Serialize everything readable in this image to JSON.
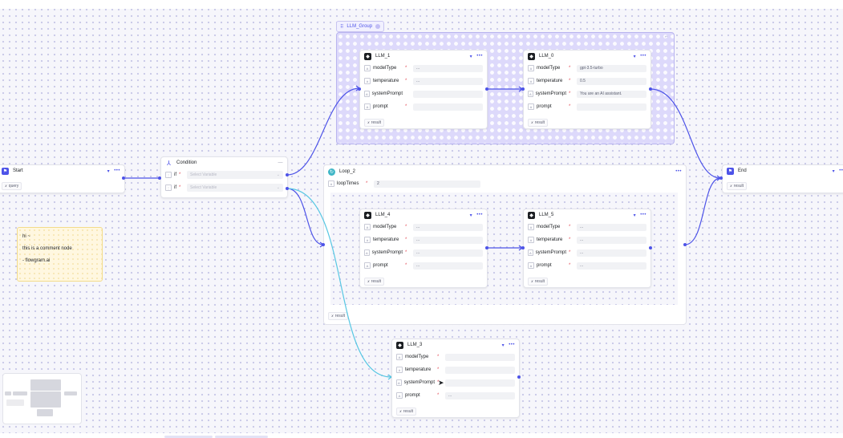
{
  "group": {
    "label": "LLM_Group"
  },
  "nodes": {
    "start": {
      "title": "Start",
      "output": "query"
    },
    "condition": {
      "title": "Condition",
      "rows": [
        {
          "key": "if",
          "placeholder": "Select Variable"
        },
        {
          "key": "if",
          "placeholder": "Select Variable"
        }
      ]
    },
    "end": {
      "title": "End",
      "output": "result"
    },
    "llm1": {
      "title": "LLM_1",
      "fields": [
        {
          "key": "modelType",
          "value": "..."
        },
        {
          "key": "temperature",
          "value": "..."
        },
        {
          "key": "systemPrompt",
          "value": ""
        },
        {
          "key": "prompt",
          "value": ""
        }
      ],
      "output": "result"
    },
    "llm0": {
      "title": "LLM_0",
      "fields": [
        {
          "key": "modelType",
          "value": "gpt-3.5-turbo"
        },
        {
          "key": "temperature",
          "value": "0.5"
        },
        {
          "key": "systemPrompt",
          "value": "You are an AI assistant."
        },
        {
          "key": "prompt",
          "value": ""
        }
      ],
      "output": "result"
    },
    "loop": {
      "title": "Loop_2",
      "field_key": "loopTimes",
      "field_value": "2",
      "output": "result"
    },
    "llm4": {
      "title": "LLM_4",
      "fields": [
        {
          "key": "modelType",
          "value": "..."
        },
        {
          "key": "temperature",
          "value": "..."
        },
        {
          "key": "systemPrompt",
          "value": "..."
        },
        {
          "key": "prompt",
          "value": "..."
        }
      ],
      "output": "result"
    },
    "llm5": {
      "title": "LLM_5",
      "fields": [
        {
          "key": "modelType",
          "value": "..."
        },
        {
          "key": "temperature",
          "value": "..."
        },
        {
          "key": "systemPrompt",
          "value": "..."
        },
        {
          "key": "prompt",
          "value": "..."
        }
      ],
      "output": "result"
    },
    "llm3": {
      "title": "LLM_3",
      "fields": [
        {
          "key": "modelType",
          "value": ""
        },
        {
          "key": "temperature",
          "value": ""
        },
        {
          "key": "systemPrompt",
          "value": ""
        },
        {
          "key": "prompt",
          "value": "..."
        }
      ],
      "output": "result"
    }
  },
  "comment": {
    "lines": [
      "hi ~",
      "this is a comment node",
      "- flowgram.ai"
    ]
  },
  "colors": {
    "accent": "#4d53e8",
    "edge_hover": "#57c7e3",
    "group_fill": "#ddd9fb",
    "comment_fill": "#fff7e0",
    "required": "#e34d59"
  },
  "icons": {
    "llm": "llm-node-icon",
    "start": "start-flag-icon",
    "end": "end-flag-icon",
    "condition": "condition-branch-icon",
    "loop": "loop-icon",
    "more": "more-dots-icon",
    "collapse": "chevron-down-icon"
  }
}
